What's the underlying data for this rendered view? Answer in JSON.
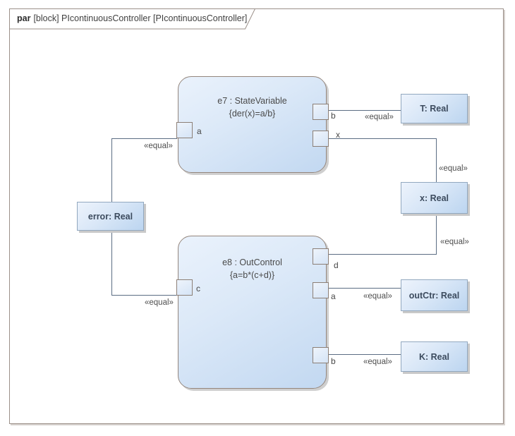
{
  "frame": {
    "keyword": "par",
    "title": "[block] PIcontinuousController [PIcontinuousController]"
  },
  "colors": {
    "block_fill_light": "#eaf2fc",
    "block_fill_dark": "#c2d8f1",
    "block_border": "#94867d",
    "value_box_border": "#92a8bf",
    "value_text": "#3c4b5e",
    "connector_line": "#5b6d83",
    "frame_border": "#9b9089",
    "text": "#4a4a4a"
  },
  "blocks": [
    {
      "id": "e7",
      "name": "e7 : StateVariable",
      "constraint": "{der(x)=a/b}",
      "ports": [
        {
          "label": "a"
        },
        {
          "label": "b"
        },
        {
          "label": "x"
        }
      ]
    },
    {
      "id": "e8",
      "name": "e8 : OutControl",
      "constraint": "{a=b*(c+d)}",
      "ports": [
        {
          "label": "d"
        },
        {
          "label": "a"
        },
        {
          "label": "b"
        },
        {
          "label": "c"
        }
      ]
    }
  ],
  "value_boxes": [
    {
      "label": "error: Real"
    },
    {
      "label": "T: Real"
    },
    {
      "label": "x: Real"
    },
    {
      "label": "outCtr: Real"
    },
    {
      "label": "K: Real"
    }
  ],
  "connectors": [
    {
      "from": "e7.b",
      "to": "T: Real",
      "stereotype": "«equal»"
    },
    {
      "from": "e7.x",
      "to": "x: Real",
      "stereotype": "«equal»"
    },
    {
      "from": "x: Real",
      "to": "e8.d",
      "stereotype": "«equal»"
    },
    {
      "from": "e8.a",
      "to": "outCtr: Real",
      "stereotype": "«equal»"
    },
    {
      "from": "e8.b",
      "to": "K: Real",
      "stereotype": "«equal»"
    },
    {
      "from": "error: Real",
      "to": "e7.a",
      "stereotype": "«equal»"
    },
    {
      "from": "error: Real",
      "to": "e8.c",
      "stereotype": "«equal»"
    }
  ]
}
